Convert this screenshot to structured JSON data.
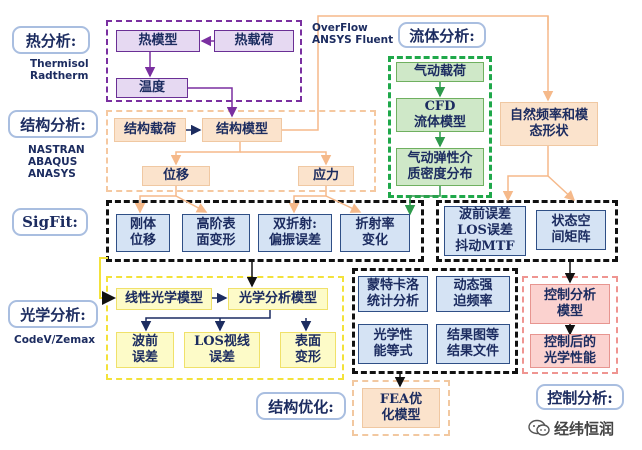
{
  "labels": {
    "thermal": "热分析:",
    "structural": "结构分析:",
    "sigfit": "SigFit:",
    "optical": "光学分析:",
    "fluid": "流体分析:",
    "struct_opt": "结构优化:",
    "control": "控制分析:"
  },
  "tools": {
    "thermal": "Thermisol\nRadtherm",
    "structural": "NASTRAN\nABAQUS\nANASYS",
    "fluid": "OverFlow\nANSYS Fluent",
    "optical": "CodeV/Zemax"
  },
  "nodes": {
    "thermal_model": "热模型",
    "thermal_load": "热载荷",
    "temperature": "温度",
    "struct_load": "结构载荷",
    "struct_model": "结构模型",
    "displacement": "位移",
    "stress": "应力",
    "aero_load": "气动载荷",
    "cfd": "CFD\n流体模型",
    "aero_elastic": "气动弹性介\n质密度分布",
    "modes": "自然频率和模\n态形状",
    "rigid": "刚体\n位移",
    "high_order": "高阶表\n面变形",
    "birefringence": "双折射:\n偏振误差",
    "refraction": "折射率\n变化",
    "wavefront_los": "波前误差\nLOS误差\n抖动MTF",
    "state_space": "状态空\n间矩阵",
    "linear_optical": "线性光学模型",
    "optical_analysis": "光学分析模型",
    "wavefront_error": "波前\n误差",
    "los_eq": "LOS视线\n误差",
    "surface_deform": "表面\n变形",
    "monte_carlo": "蒙特卡洛\n统计分析",
    "dynamic_jitter": "动态强\n迫频率",
    "optical_perf": "光学性\n能等式",
    "result_files": "结果图等\n结果文件",
    "control_model": "控制分析\n模型",
    "controlled_perf": "控制后的\n光学性能",
    "fea_opt": "FEA优\n化模型"
  },
  "watermark": {
    "icon": "wechat-icon",
    "text": "经纬恒润"
  },
  "colors": {
    "navy": "#1c2c60",
    "blue_fill": "#d5e3f4",
    "peach_fill": "#fbe3cc",
    "green_fill": "#cfe8c8",
    "purple_border": "#6a2f95",
    "yellow_fill": "#fdfbc8",
    "pink_fill": "#fbd2cf"
  }
}
